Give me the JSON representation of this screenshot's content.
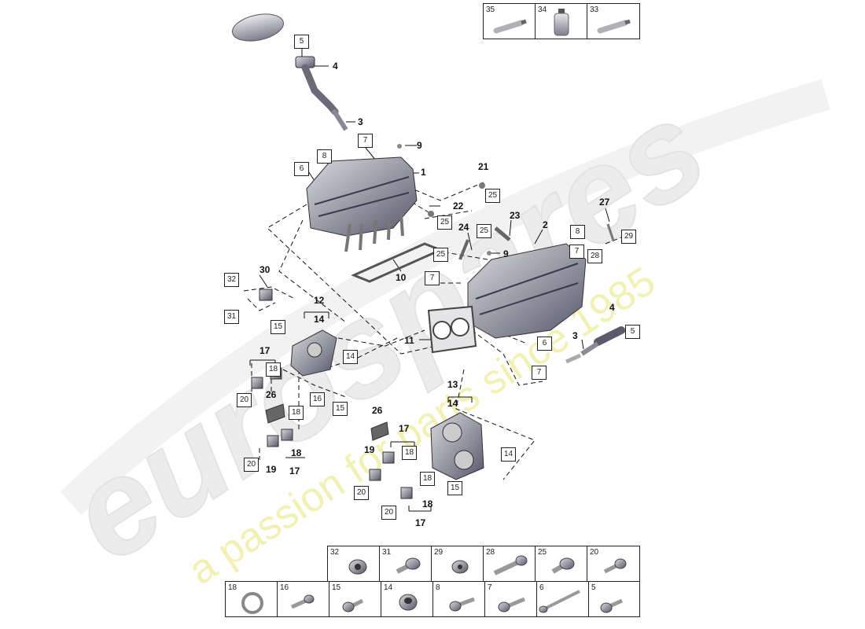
{
  "watermark": {
    "brand": "eurospares",
    "tagline": "a passion for parts since 1985",
    "colors": {
      "brand": "#ececec",
      "tagline": "#f3f0b4"
    }
  },
  "callouts": [
    {
      "label": "5",
      "boxed": true
    },
    {
      "label": "4",
      "boxed": false
    },
    {
      "label": "3",
      "boxed": false
    },
    {
      "label": "7",
      "boxed": true
    },
    {
      "label": "9",
      "boxed": false
    },
    {
      "label": "8",
      "boxed": true
    },
    {
      "label": "6",
      "boxed": true
    },
    {
      "label": "1",
      "boxed": false
    },
    {
      "label": "21",
      "boxed": false
    },
    {
      "label": "25",
      "boxed": true
    },
    {
      "label": "22",
      "boxed": false
    },
    {
      "label": "25",
      "boxed": true
    },
    {
      "label": "23",
      "boxed": false
    },
    {
      "label": "27",
      "boxed": false
    },
    {
      "label": "2",
      "boxed": false
    },
    {
      "label": "25",
      "boxed": true
    },
    {
      "label": "24",
      "boxed": false
    },
    {
      "label": "8",
      "boxed": true
    },
    {
      "label": "29",
      "boxed": true
    },
    {
      "label": "25",
      "boxed": true
    },
    {
      "label": "9",
      "boxed": false
    },
    {
      "label": "7",
      "boxed": true
    },
    {
      "label": "28",
      "boxed": true
    },
    {
      "label": "10",
      "boxed": false
    },
    {
      "label": "7",
      "boxed": true
    },
    {
      "label": "32",
      "boxed": true
    },
    {
      "label": "30",
      "boxed": false
    },
    {
      "label": "31",
      "boxed": true
    },
    {
      "label": "12",
      "boxed": false
    },
    {
      "label": "14",
      "boxed": false
    },
    {
      "label": "15",
      "boxed": true
    },
    {
      "label": "4",
      "boxed": false
    },
    {
      "label": "5",
      "boxed": true
    },
    {
      "label": "11",
      "boxed": false
    },
    {
      "label": "3",
      "boxed": false
    },
    {
      "label": "6",
      "boxed": true
    },
    {
      "label": "17",
      "boxed": false
    },
    {
      "label": "14",
      "boxed": true
    },
    {
      "label": "18",
      "boxed": true
    },
    {
      "label": "7",
      "boxed": true
    },
    {
      "label": "16",
      "boxed": true
    },
    {
      "label": "20",
      "boxed": true
    },
    {
      "label": "26",
      "boxed": false
    },
    {
      "label": "15",
      "boxed": true
    },
    {
      "label": "13",
      "boxed": false
    },
    {
      "label": "14",
      "boxed": false
    },
    {
      "label": "18",
      "boxed": true
    },
    {
      "label": "26",
      "boxed": false
    },
    {
      "label": "17",
      "boxed": false
    },
    {
      "label": "18",
      "boxed": true
    },
    {
      "label": "19",
      "boxed": false
    },
    {
      "label": "14",
      "boxed": true
    },
    {
      "label": "20",
      "boxed": true
    },
    {
      "label": "19",
      "boxed": false
    },
    {
      "label": "18",
      "boxed": false
    },
    {
      "label": "17",
      "boxed": false
    },
    {
      "label": "18",
      "boxed": true
    },
    {
      "label": "20",
      "boxed": true
    },
    {
      "label": "15",
      "boxed": true
    },
    {
      "label": "18",
      "boxed": false
    },
    {
      "label": "20",
      "boxed": true
    },
    {
      "label": "17",
      "boxed": false
    }
  ],
  "legend_top": [
    {
      "num": "35",
      "icon": "tube-icon"
    },
    {
      "num": "34",
      "icon": "bottle-icon"
    },
    {
      "num": "33",
      "icon": "tube-icon"
    }
  ],
  "legend_mid": [
    {
      "num": "32",
      "icon": "nut-icon"
    },
    {
      "num": "31",
      "icon": "flange-bolt-icon"
    },
    {
      "num": "29",
      "icon": "nut-icon"
    },
    {
      "num": "28",
      "icon": "long-bolt-icon"
    },
    {
      "num": "25",
      "icon": "flange-bolt-icon"
    },
    {
      "num": "20",
      "icon": "bolt-icon"
    }
  ],
  "legend_bottom": [
    {
      "num": "18",
      "icon": "ring-icon"
    },
    {
      "num": "16",
      "icon": "bolt-icon"
    },
    {
      "num": "15",
      "icon": "bolt-icon"
    },
    {
      "num": "14",
      "icon": "sleeve-icon"
    },
    {
      "num": "8",
      "icon": "bolt-icon"
    },
    {
      "num": "7",
      "icon": "bolt-icon"
    },
    {
      "num": "6",
      "icon": "long-bolt-icon"
    },
    {
      "num": "5",
      "icon": "bolt-icon"
    }
  ]
}
